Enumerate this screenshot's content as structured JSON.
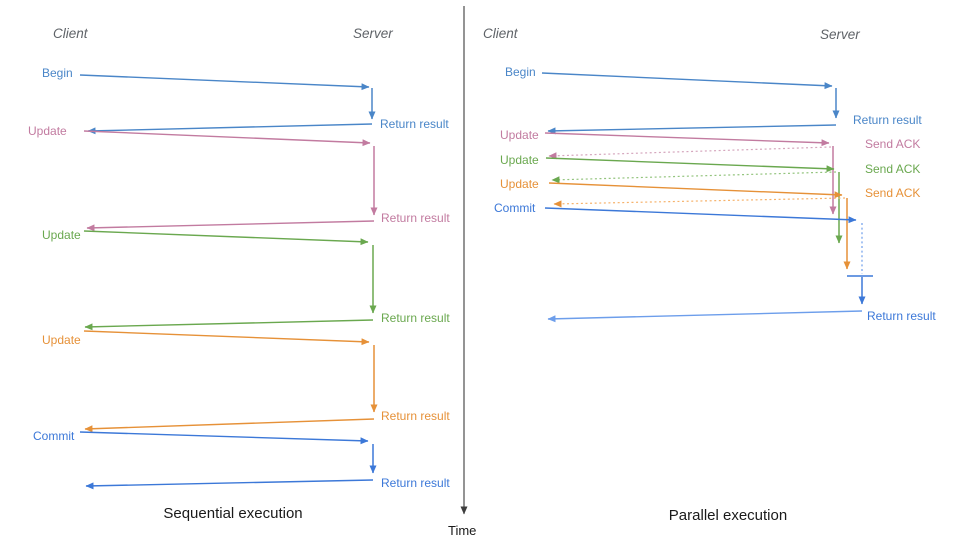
{
  "sequential": {
    "title": "Sequential execution",
    "client_header": "Client",
    "server_header": "Server",
    "messages": [
      {
        "label": "Begin",
        "response_label": "Return result"
      },
      {
        "label": "Update",
        "response_label": "Return result"
      },
      {
        "label": "Update",
        "response_label": "Return result"
      },
      {
        "label": "Update",
        "response_label": "Return result"
      },
      {
        "label": "Commit",
        "response_label": "Return result"
      }
    ]
  },
  "parallel": {
    "title": "Parallel execution",
    "client_header": "Client",
    "server_header": "Server",
    "messages": [
      {
        "label": "Begin",
        "response_label": "Return result"
      },
      {
        "label": "Update",
        "response_label": "Send ACK"
      },
      {
        "label": "Update",
        "response_label": "Send ACK"
      },
      {
        "label": "Update",
        "response_label": "Send ACK"
      },
      {
        "label": "Commit",
        "response_label": "Return result"
      }
    ]
  },
  "time_axis": {
    "label": "Time"
  },
  "colors": {
    "begin_blue": "#4a86c8",
    "pink": "#c27ba0",
    "pink_light": "#d5a6bd",
    "green": "#6aa84f",
    "green_light": "#93c47d",
    "orange": "#e69138",
    "orange_light": "#f6b26b",
    "commit_blue": "#3c78d8",
    "light_blue": "#6d9eeb",
    "header_gray": "#5f6368",
    "ink": "#1a1a1a",
    "axis": "#3d3d3d"
  }
}
